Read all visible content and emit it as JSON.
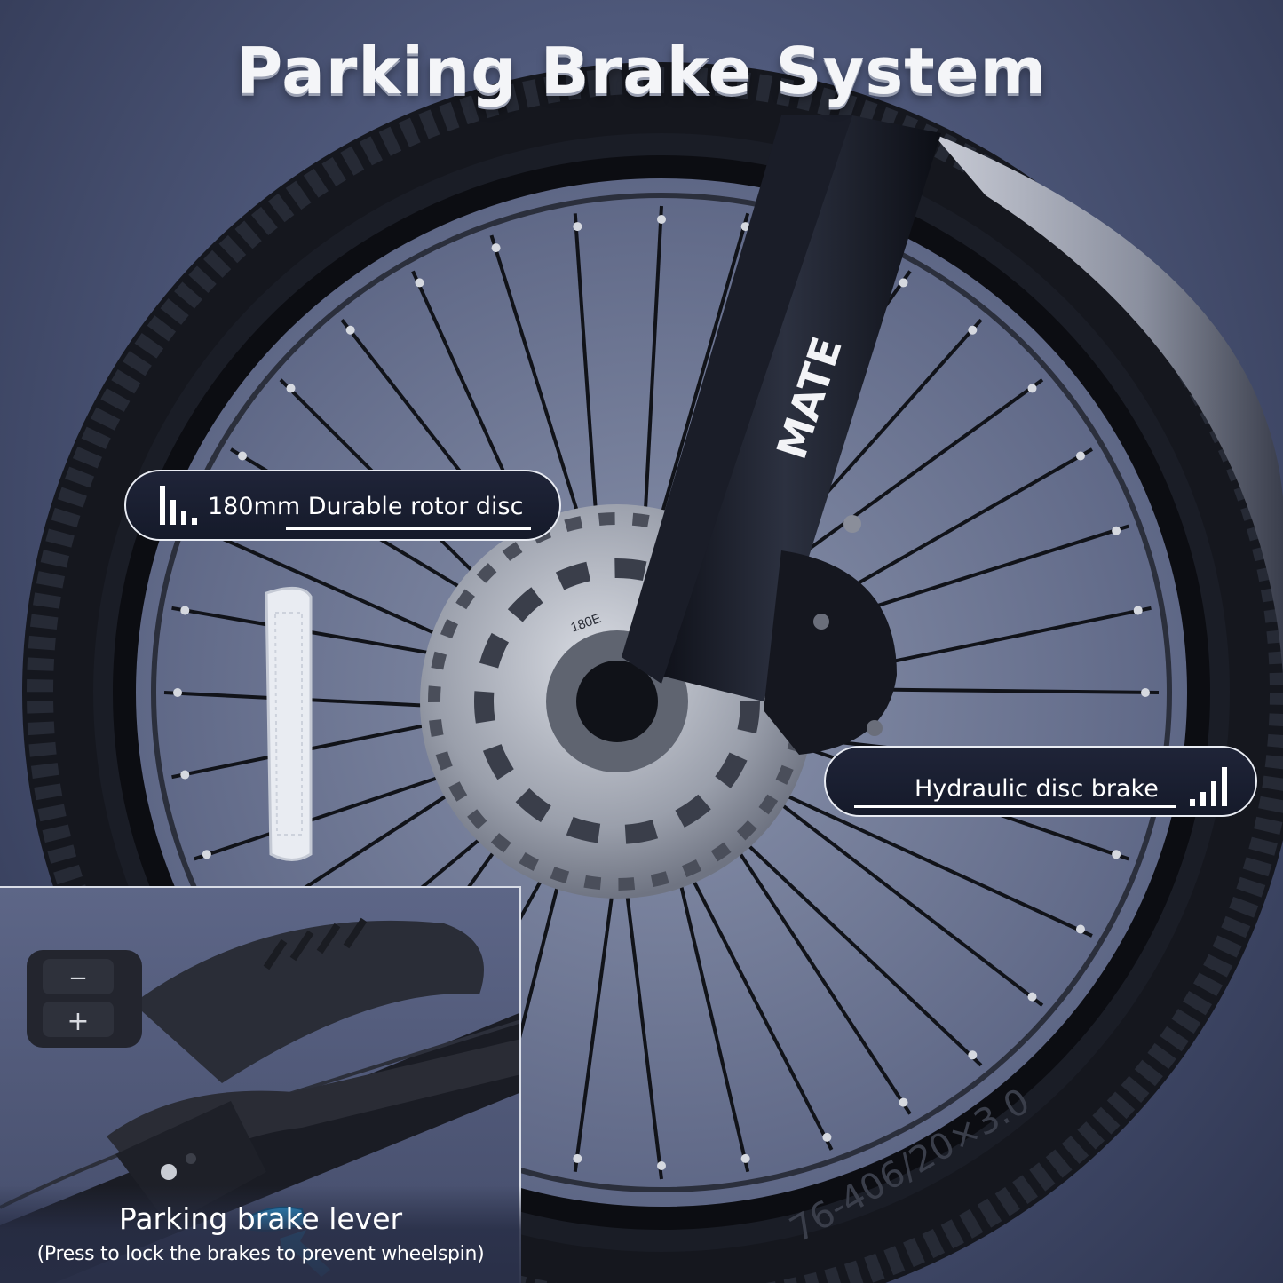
{
  "title": "Parking Brake System",
  "callouts": {
    "rotor": {
      "label": "180mm Durable rotor disc",
      "icon": "ascending-bars-icon"
    },
    "caliper": {
      "label": "Hydraulic disc brake",
      "icon": "ascending-bars-icon"
    }
  },
  "rotor_marking": "180E",
  "fork_logo": "MATE",
  "tire_text": "76-406/20×3.0",
  "inset": {
    "title": "Parking brake lever",
    "subtitle": "(Press to lock the brakes to prevent wheelspin)",
    "switch_plus": "+",
    "switch_minus": "−"
  },
  "colors": {
    "background": "#4e587a",
    "callout_fill": "#1a1f31",
    "highlight": "#2aa6e8"
  }
}
